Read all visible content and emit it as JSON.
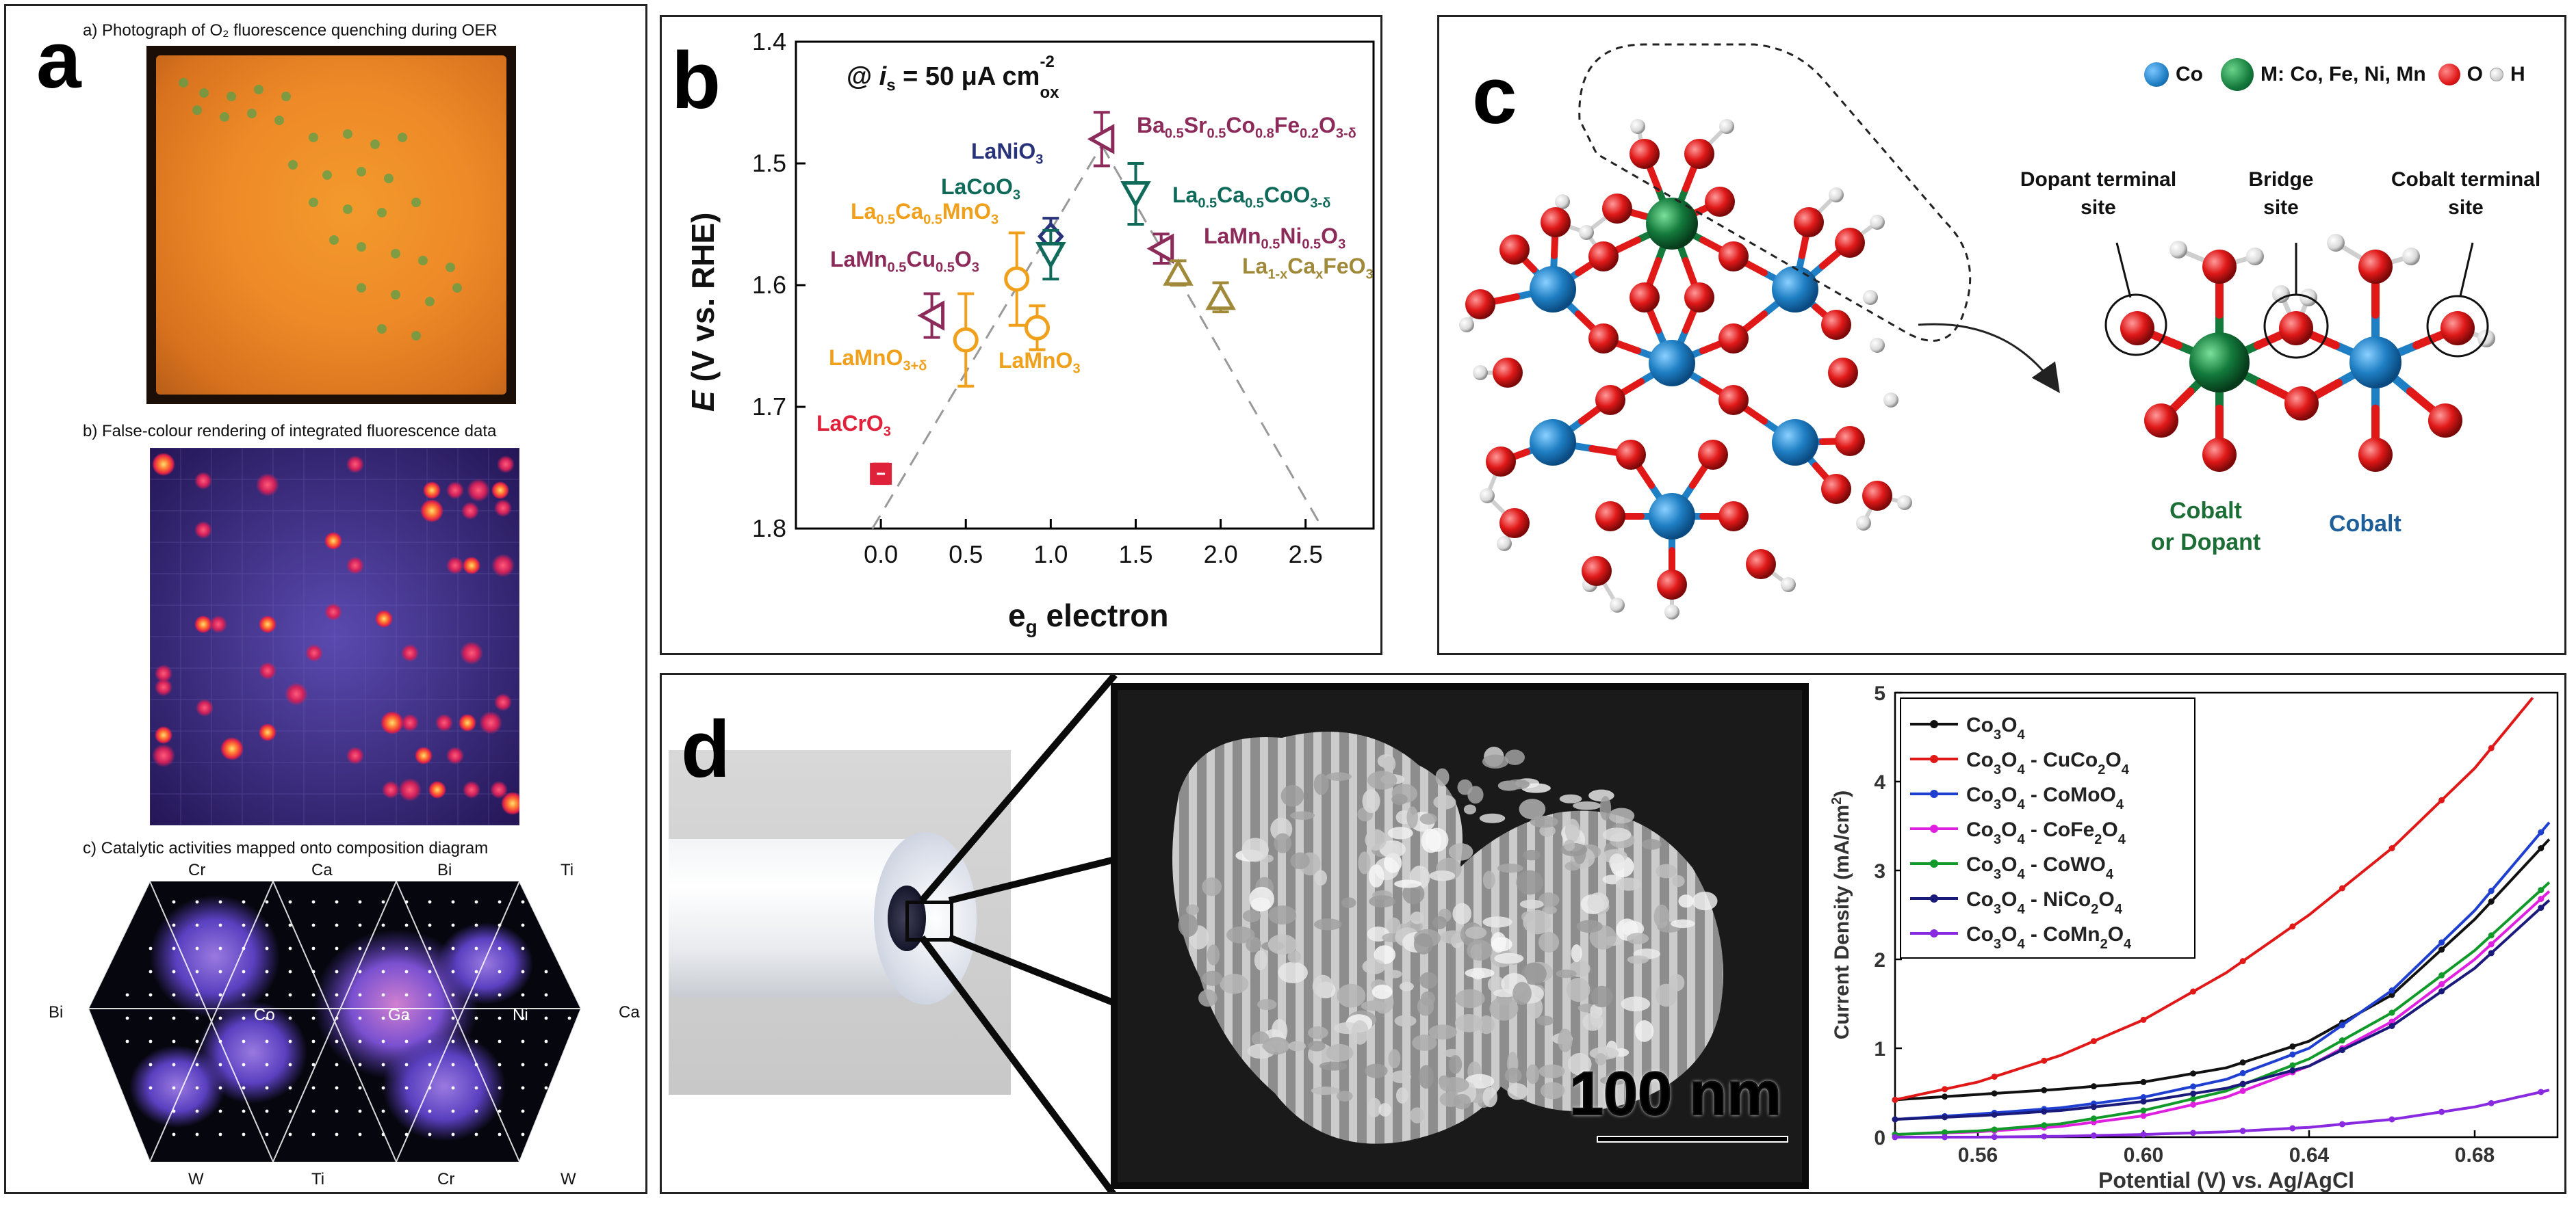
{
  "panel_a": {
    "letter": "a",
    "caption_a": "a) Photograph of O₂ fluorescence quenching during OER",
    "caption_b": "b) False-colour rendering of integrated fluorescence data",
    "caption_c": "c) Catalytic activities mapped onto composition diagram",
    "hex_labels": {
      "top": [
        "Cr",
        "Ca",
        "Bi",
        "Ti"
      ],
      "middle": [
        "Bi",
        "Co",
        "Ga",
        "Ni",
        "Ca"
      ],
      "bottom": [
        "W",
        "Ti",
        "Cr",
        "W"
      ]
    }
  },
  "panel_b": {
    "letter": "b",
    "condition_prefix": "@ ",
    "condition_i": "i",
    "condition_sub": "s",
    "condition_rest": " = 50 μA cm",
    "condition_sup": "-2",
    "condition_sub2": "ox",
    "ylabel_e": "E",
    "ylabel_rest": " (V vs. RHE)",
    "xlabel_main": "e",
    "xlabel_sub": "g",
    "xlabel_rest": " electron",
    "materials": {
      "lanio3": "LaNiO3",
      "lacoo3": "LaCoO3",
      "la05ca05mno3": "La0.5Ca0.5MnO3",
      "lamn05cu05o3": "LaMn0.5Cu0.5O3",
      "lamno3d": "LaMnO3+δ",
      "lamno3": "LaMnO3",
      "lacro3": "LaCrO3",
      "bscf": "Ba0.5Sr0.5Co0.8Fe0.2O3-δ",
      "la05ca05coo3": "La0.5Ca0.5CoO3-δ",
      "lamn05ni05o3": "LaMn0.5Ni0.5O3",
      "la1xcaxfeo3": "La1-xCaxFeO3"
    }
  },
  "panel_c": {
    "letter": "c",
    "legend": {
      "co": "Co",
      "m": "M: Co, Fe, Ni, Mn",
      "o": "O",
      "h": "H"
    },
    "site_labels": {
      "dopant_line1": "Dopant terminal",
      "dopant_line2": "site",
      "bridge_line1": "Bridge",
      "bridge_line2": "site",
      "cobalt_line1": "Cobalt terminal",
      "cobalt_line2": "site"
    },
    "metal_labels": {
      "dopant_line1": "Cobalt",
      "dopant_line2": "or Dopant",
      "cobalt": "Cobalt"
    },
    "colors": {
      "co": "#1f7fc4",
      "m": "#137a3c",
      "o": "#e01818",
      "h": "#e8e8e8",
      "green_text": "#1d6e36",
      "blue_text": "#1d5e9a"
    }
  },
  "panel_d": {
    "letter": "d",
    "scale_bar": "100 nm"
  },
  "chart_data": [
    {
      "type": "scatter",
      "panel": "b",
      "xlabel": "eg electron",
      "ylabel": "E (V vs. RHE)",
      "xlim": [
        -0.5,
        2.9
      ],
      "ylim": [
        1.8,
        1.4
      ],
      "y_inverted": true,
      "xticks": [
        "0.0",
        "0.5",
        "1.0",
        "1.5",
        "2.0",
        "2.5"
      ],
      "yticks": [
        "1.4",
        "1.5",
        "1.6",
        "1.7",
        "1.8"
      ],
      "points": [
        {
          "name": "LaCrO3",
          "x": 0.0,
          "y": 1.755,
          "err": 0.008,
          "color": "#e0213a",
          "marker": "square"
        },
        {
          "name": "LaMn0.5Cu0.5O3",
          "x": 0.3,
          "y": 1.625,
          "err": 0.018,
          "color": "#8c2a5a",
          "marker": "tri-left"
        },
        {
          "name": "LaMnO3+δ",
          "x": 0.5,
          "y": 1.645,
          "err": 0.038,
          "color": "#f0a01a",
          "marker": "circle"
        },
        {
          "name": "La0.5Ca0.5MnO3",
          "x": 0.8,
          "y": 1.595,
          "err": 0.038,
          "color": "#f0a01a",
          "marker": "circle"
        },
        {
          "name": "LaMnO3",
          "x": 0.92,
          "y": 1.635,
          "err": 0.018,
          "color": "#f0a01a",
          "marker": "circle"
        },
        {
          "name": "LaNiO3",
          "x": 1.0,
          "y": 1.56,
          "err": 0.015,
          "color": "#28337a",
          "marker": "diamond"
        },
        {
          "name": "LaCoO3",
          "x": 1.0,
          "y": 1.575,
          "err": 0.02,
          "color": "#0f6a5a",
          "marker": "tri-down"
        },
        {
          "name": "Ba0.5Sr0.5Co0.8Fe0.2O3-δ",
          "x": 1.3,
          "y": 1.48,
          "err": 0.022,
          "color": "#8c2a5a",
          "marker": "tri-left"
        },
        {
          "name": "La0.5Ca0.5CoO3-δ",
          "x": 1.5,
          "y": 1.525,
          "err": 0.025,
          "color": "#0f6a5a",
          "marker": "tri-down"
        },
        {
          "name": "LaMn0.5Ni0.5O3",
          "x": 1.65,
          "y": 1.57,
          "err": 0.012,
          "color": "#8c2a5a",
          "marker": "tri-left"
        },
        {
          "name": "La1-xCaxFeO3 (x1)",
          "x": 1.75,
          "y": 1.59,
          "err": 0.01,
          "color": "#a08a3a",
          "marker": "tri-up"
        },
        {
          "name": "La1-xCaxFeO3 (x2)",
          "x": 2.0,
          "y": 1.61,
          "err": 0.012,
          "color": "#a08a3a",
          "marker": "tri-up"
        }
      ],
      "guide_lines": [
        {
          "from": [
            -0.05,
            1.8
          ],
          "to": [
            1.3,
            1.485
          ]
        },
        {
          "from": [
            1.3,
            1.485
          ],
          "to": [
            2.6,
            1.8
          ]
        }
      ]
    },
    {
      "type": "line",
      "panel": "d",
      "xlabel": "Potential (V) vs. Ag/AgCl",
      "ylabel": "Current Density (mA/cm2)",
      "xlim": [
        0.54,
        0.7
      ],
      "ylim": [
        0,
        5
      ],
      "xticks": [
        "0.56",
        "0.60",
        "0.64",
        "0.68"
      ],
      "yticks": [
        "0",
        "1",
        "2",
        "3",
        "4",
        "5"
      ],
      "series": [
        {
          "name": "Co3O4",
          "color": "#111111",
          "x": [
            0.54,
            0.56,
            0.58,
            0.6,
            0.62,
            0.64,
            0.66,
            0.68,
            0.7
          ],
          "values": [
            0.42,
            0.48,
            0.54,
            0.62,
            0.78,
            1.08,
            1.6,
            2.45,
            3.45
          ]
        },
        {
          "name": "Co3O4 - CuCo2O4",
          "color": "#e01818",
          "x": [
            0.54,
            0.56,
            0.58,
            0.6,
            0.62,
            0.64,
            0.66,
            0.68,
            0.695
          ],
          "values": [
            0.42,
            0.62,
            0.92,
            1.32,
            1.85,
            2.5,
            3.25,
            4.15,
            5.0
          ]
        },
        {
          "name": "Co3O4 - CoMoO4",
          "color": "#1f3fd0",
          "x": [
            0.54,
            0.56,
            0.58,
            0.6,
            0.62,
            0.64,
            0.66,
            0.68,
            0.7
          ],
          "values": [
            0.2,
            0.26,
            0.33,
            0.45,
            0.65,
            1.0,
            1.65,
            2.55,
            3.65
          ]
        },
        {
          "name": "Co3O4 - CoFe2O4",
          "color": "#e020e0",
          "x": [
            0.54,
            0.56,
            0.58,
            0.6,
            0.62,
            0.64,
            0.66,
            0.68,
            0.7
          ],
          "values": [
            0.03,
            0.06,
            0.12,
            0.24,
            0.45,
            0.8,
            1.3,
            2.0,
            2.85
          ]
        },
        {
          "name": "Co3O4 - CoWO4",
          "color": "#119a2a",
          "x": [
            0.54,
            0.56,
            0.58,
            0.6,
            0.62,
            0.64,
            0.66,
            0.68,
            0.7
          ],
          "values": [
            0.03,
            0.07,
            0.15,
            0.3,
            0.52,
            0.88,
            1.4,
            2.1,
            2.95
          ]
        },
        {
          "name": "Co3O4 - NiCo2O4",
          "color": "#1a1a7a",
          "x": [
            0.54,
            0.56,
            0.58,
            0.6,
            0.62,
            0.64,
            0.66,
            0.68,
            0.7
          ],
          "values": [
            0.2,
            0.24,
            0.3,
            0.4,
            0.55,
            0.8,
            1.25,
            1.9,
            2.75
          ]
        },
        {
          "name": "Co3O4 - CoMn2O4",
          "color": "#8a2ae0",
          "x": [
            0.54,
            0.56,
            0.58,
            0.6,
            0.62,
            0.64,
            0.66,
            0.68,
            0.7
          ],
          "values": [
            0.0,
            0.0,
            0.01,
            0.03,
            0.06,
            0.11,
            0.2,
            0.34,
            0.55
          ]
        }
      ]
    }
  ]
}
